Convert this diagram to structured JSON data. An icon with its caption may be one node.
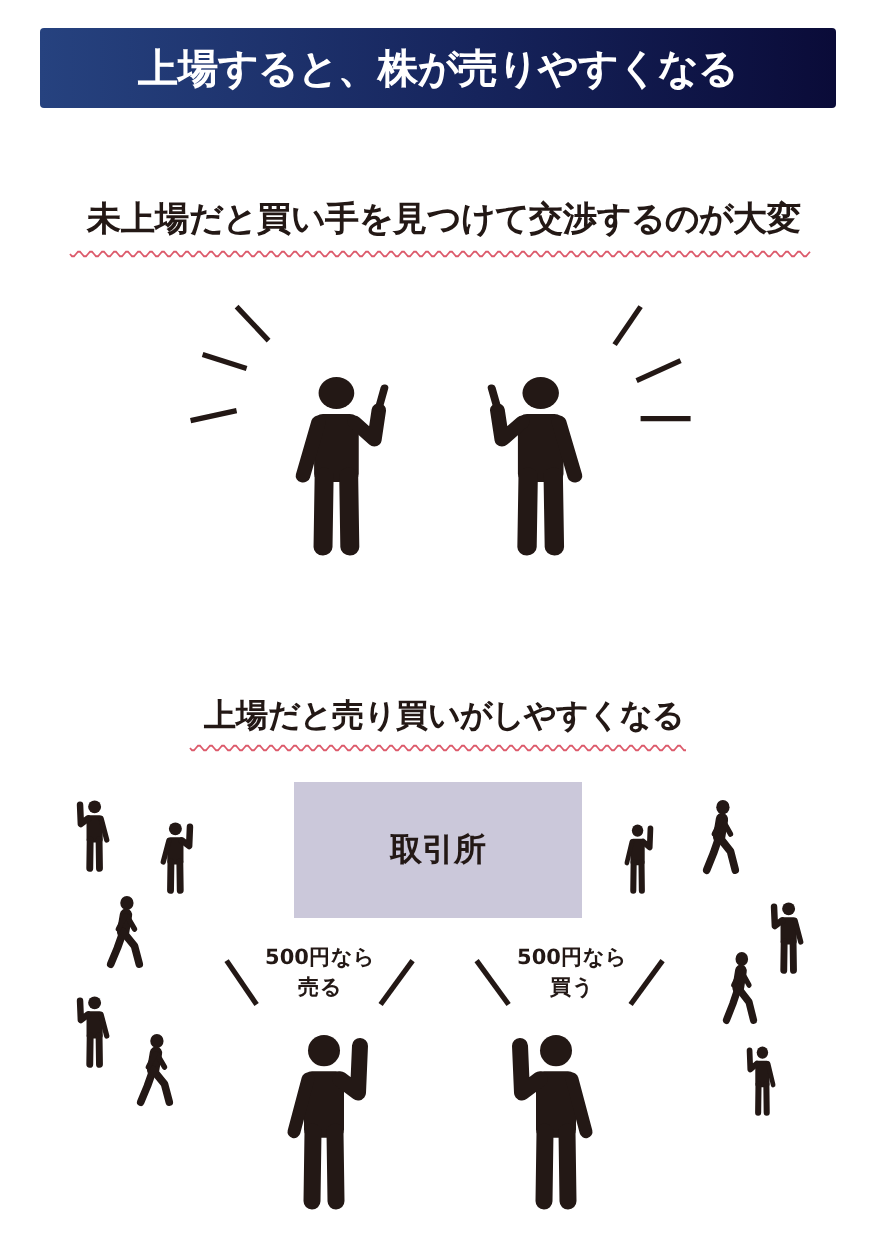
{
  "diagram": {
    "title": "上場すると、株が売りやすくなる",
    "nodes": [
      {
        "text": [
          "取引所"
        ]
      }
    ],
    "labels": [
      "未上場だと買い手を見つけて交渉するのが大変",
      "上場だと売り買いがしやすくなる",
      "500円なら売る",
      "500円なら買う"
    ]
  }
}
